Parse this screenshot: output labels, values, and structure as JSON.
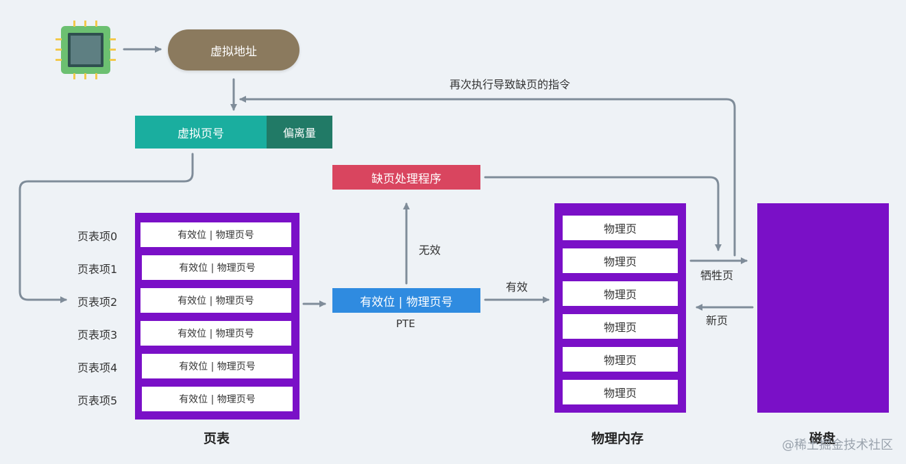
{
  "virtual_address": "虚拟地址",
  "virtual_page_number": "虚拟页号",
  "offset": "偏离量",
  "page_fault_handler": "缺页处理程序",
  "reexecute_label": "再次执行导致缺页的指令",
  "invalid_label": "无效",
  "valid_label": "有效",
  "pte": {
    "text": "有效位 | 物理页号",
    "caption": "PTE"
  },
  "page_table": {
    "title": "页表",
    "rows": [
      {
        "label": "页表项0",
        "entry": "有效位 | 物理页号"
      },
      {
        "label": "页表项1",
        "entry": "有效位 | 物理页号"
      },
      {
        "label": "页表项2",
        "entry": "有效位 | 物理页号"
      },
      {
        "label": "页表项3",
        "entry": "有效位 | 物理页号"
      },
      {
        "label": "页表项4",
        "entry": "有效位 | 物理页号"
      },
      {
        "label": "页表项5",
        "entry": "有效位 | 物理页号"
      }
    ]
  },
  "physical_memory": {
    "title": "物理内存",
    "pages": [
      "物理页",
      "物理页",
      "物理页",
      "物理页",
      "物理页",
      "物理页"
    ]
  },
  "disk": {
    "title": "磁盘"
  },
  "victim_page": "牺牲页",
  "new_page": "新页",
  "watermark": "@稀土掘金技术社区",
  "colors": {
    "background": "#eef2f6",
    "arrow": "#7f8c99",
    "cpu": "#6cc071",
    "virtual_address": "#8b7a5e",
    "virtual_page_number": "#1aae9f",
    "offset": "#217a66",
    "page_fault_handler": "#d9455f",
    "pte": "#2f8be0",
    "table_box": "#7a10c7"
  }
}
